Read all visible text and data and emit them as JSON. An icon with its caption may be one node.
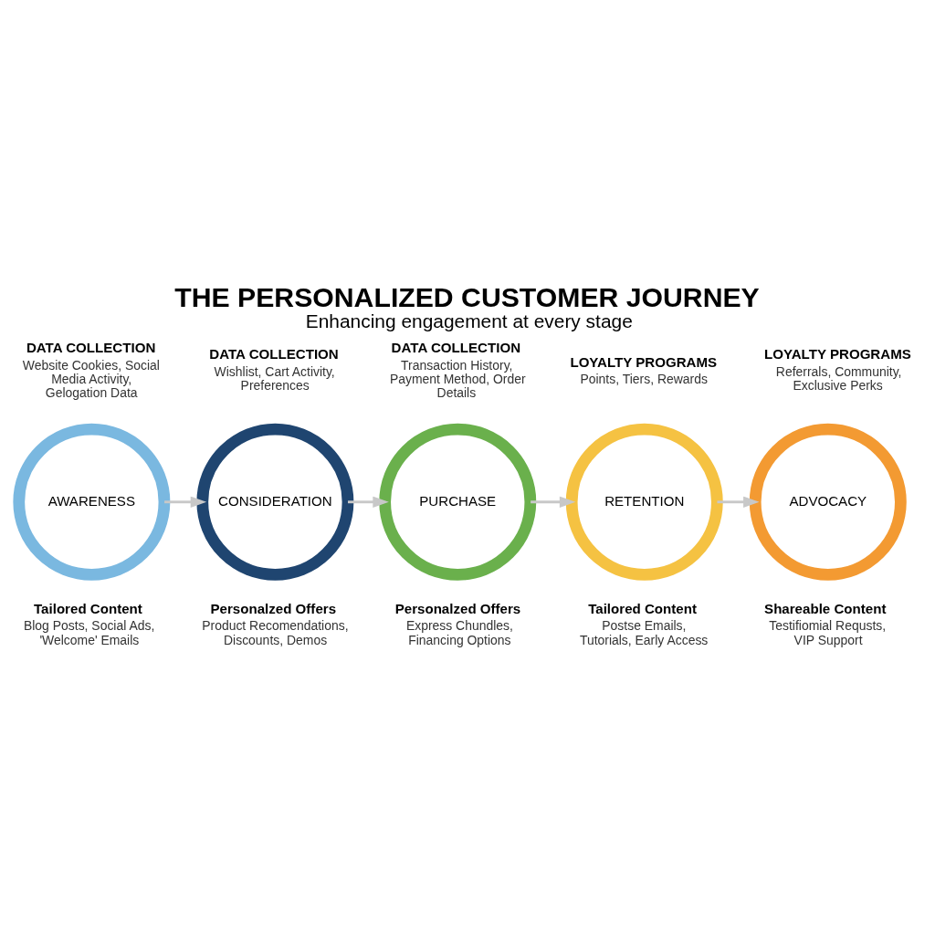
{
  "diagram": {
    "title": "THE PERSONALIZED CUSTOMER JOURNEY",
    "caption": "Enhancing engagement at every stage",
    "nodes": [
      {
        "text": [
          "AWARENESS"
        ],
        "beside": [
          "DATA COLLECTION",
          "Website Cookies, Social Media Activity, Gelogation Data",
          "Tailored Content",
          "Blog Posts, Social Ads, 'Welcome' Emails"
        ]
      },
      {
        "text": [
          "CONSIDERATION"
        ],
        "beside": [
          "DATA COLLECTION",
          "Wishlist, Cart Activity, Preferences",
          "Personalzed Offers",
          "Product Recomendations, Discounts, Demos"
        ]
      },
      {
        "text": [
          "PURCHASE"
        ],
        "beside": [
          "DATA COLLECTION",
          "Transaction History, Payment Method, Order Details",
          "Personalzed Offers",
          "Express Chundles, Financing Options"
        ]
      },
      {
        "text": [
          "RETENTION"
        ],
        "beside": [
          "LOYALTY PROGRAMS",
          "Points, Tiers, Rewards",
          "Tailored Content",
          "Postse Emails, Tutorials, Early Access"
        ]
      },
      {
        "text": [
          "ADVOCACY"
        ],
        "beside": [
          "LOYALTY PROGRAMS",
          "Referrals, Community, Exclusive Perks",
          "Shareable Content",
          "Testifiomial Requsts, VIP Support"
        ]
      }
    ],
    "edges": [
      {
        "from": 0,
        "to": 1,
        "arrow": "to"
      },
      {
        "from": 1,
        "to": 2,
        "arrow": "to"
      },
      {
        "from": 2,
        "to": 3,
        "arrow": "to"
      },
      {
        "from": 3,
        "to": 4,
        "arrow": "to"
      }
    ]
  }
}
